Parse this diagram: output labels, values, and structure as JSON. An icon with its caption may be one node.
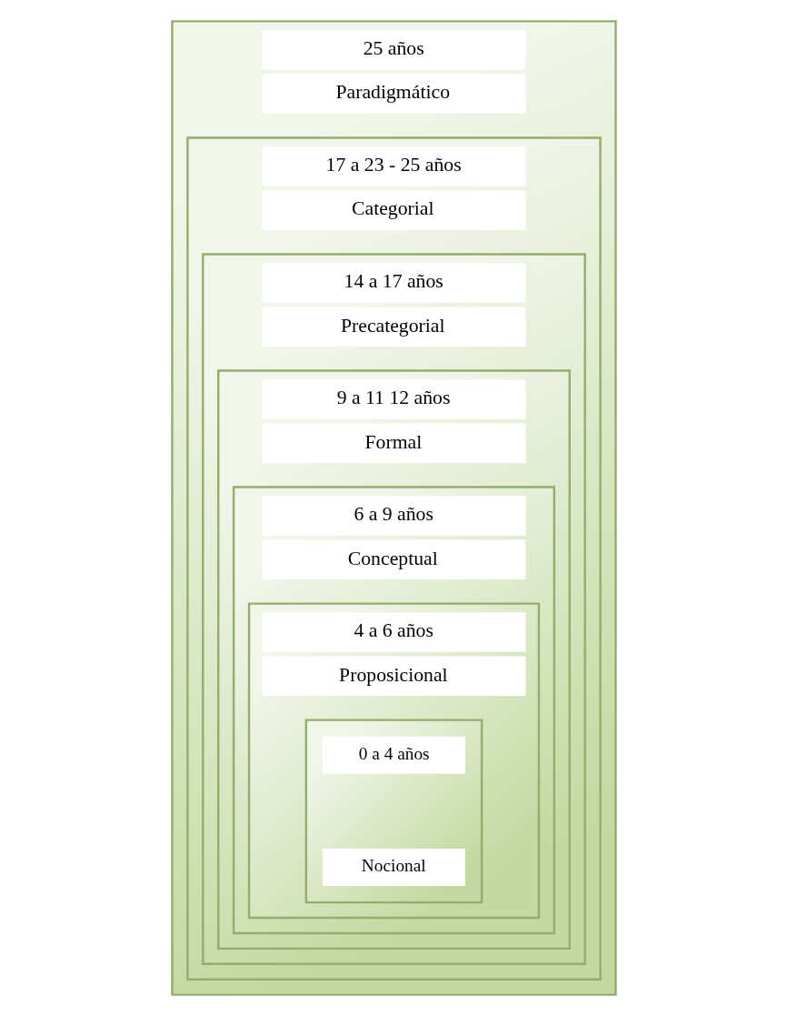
{
  "diagram": {
    "nodes": [
      {
        "text": [
          "25 años",
          "Paradigmático"
        ]
      },
      {
        "text": [
          "17 a 23 - 25 años",
          "Categorial"
        ],
        "in": 0
      },
      {
        "text": [
          "14 a 17 años",
          "Precategorial"
        ],
        "in": 1
      },
      {
        "text": [
          "9 a 11 12 años",
          "Formal"
        ],
        "in": 2
      },
      {
        "text": [
          "6 a 9 años",
          "Conceptual"
        ],
        "in": 3
      },
      {
        "text": [
          "4 a 6 años",
          "Proposicional"
        ],
        "in": 4
      },
      {
        "text": [
          "0 a 4 años",
          "Nocional"
        ],
        "in": 5
      }
    ],
    "edges": []
  }
}
